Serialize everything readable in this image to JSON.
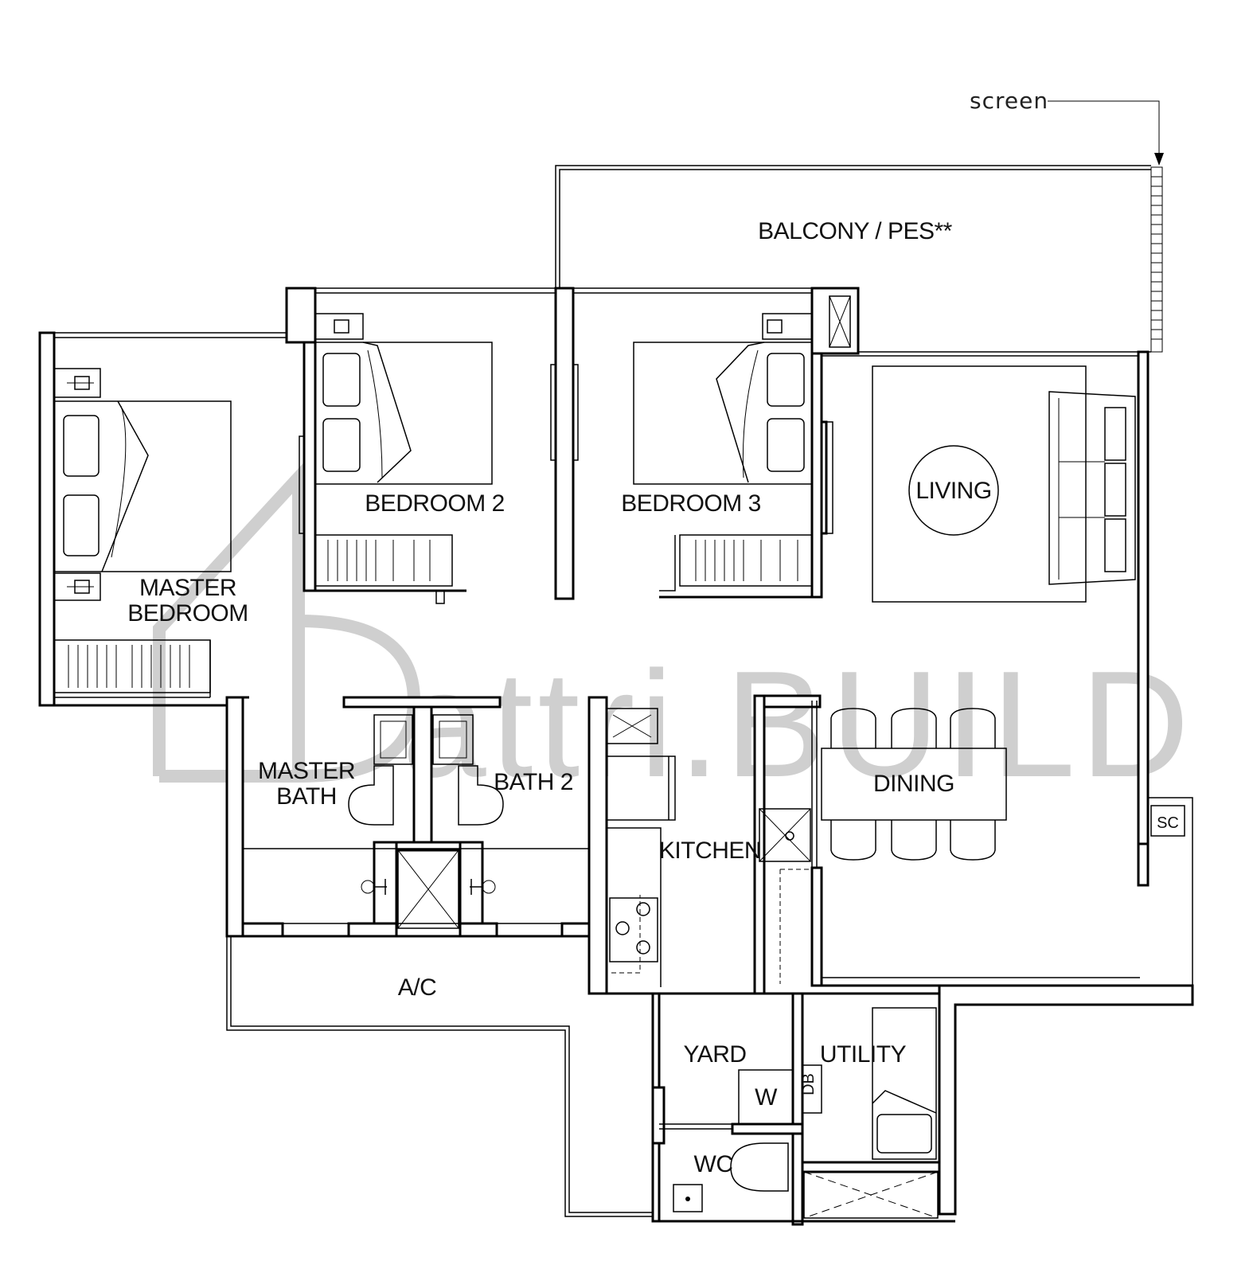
{
  "watermark": {
    "text": "attri.BUILD"
  },
  "annotation": {
    "screen_label": "screen"
  },
  "rooms": {
    "balcony": "BALCONY / PES**",
    "bedroom2": "BEDROOM 2",
    "bedroom3": "BEDROOM 3",
    "living": "LIVING",
    "master_bedroom_1": "MASTER",
    "master_bedroom_2": "BEDROOM",
    "master_bath_1": "MASTER",
    "master_bath_2": "BATH",
    "bath2": "BATH 2",
    "kitchen": "KITCHEN",
    "dining": "DINING",
    "ac": "A/C",
    "yard": "YARD",
    "utility": "UTILITY",
    "wc": "WC"
  },
  "fixtures": {
    "washer": "W",
    "db": "DB",
    "sc": "SC"
  }
}
